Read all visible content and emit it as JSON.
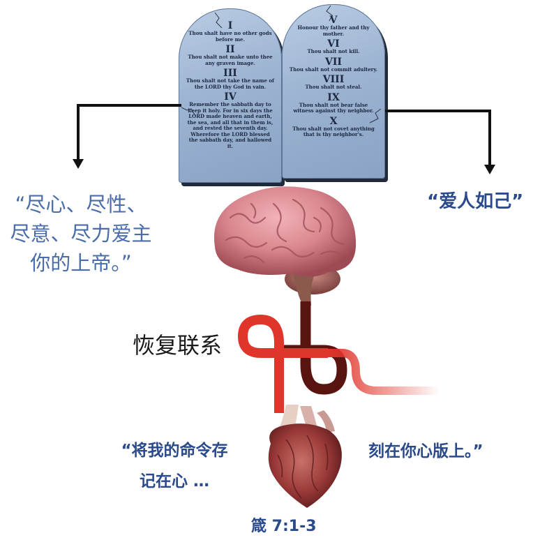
{
  "tablets": {
    "left": [
      {
        "num": "I",
        "text": "Thou shalt have no other gods before me."
      },
      {
        "num": "II",
        "text": "Thou shalt not make unto thee any graven image."
      },
      {
        "num": "III",
        "text": "Thou shalt not take the name of the LORD thy God in vain."
      },
      {
        "num": "IV",
        "text": "Remember the sabbath day to keep it holy. For in six days the LORD made heaven and earth, the sea, and all that in them is, and rested the seventh day. Wherefore the LORD blessed the sabbath day, and hallowed it."
      }
    ],
    "right": [
      {
        "num": "V",
        "text": "Honour thy father and thy mother."
      },
      {
        "num": "VI",
        "text": "Thou shalt not kill."
      },
      {
        "num": "VII",
        "text": "Thou shalt not commit adultery."
      },
      {
        "num": "VIII",
        "text": "Thou shalt not steal."
      },
      {
        "num": "IX",
        "text": "Thou shalt not bear false witness against thy neighbor."
      },
      {
        "num": "X",
        "text": "Thou shalt not covet anything that is thy neighbor's."
      }
    ]
  },
  "quote_left": [
    "“尽心、尽性、",
    "尽意、尽力爱主",
    "你的上帝。”"
  ],
  "quote_right": "“爱人如己”",
  "reconnect_label": "恢复联系",
  "heart_quote_left": [
    "“将我的命令存",
    "记在心 …"
  ],
  "heart_quote_right": "刻在你心版上。”",
  "reference": "箴 7:1-3",
  "colors": {
    "quote_blue": "#2a4a8c",
    "loop_red": "#e0352b",
    "loop_dark": "#5a1410",
    "tablet_stone": "#9db4d2"
  }
}
